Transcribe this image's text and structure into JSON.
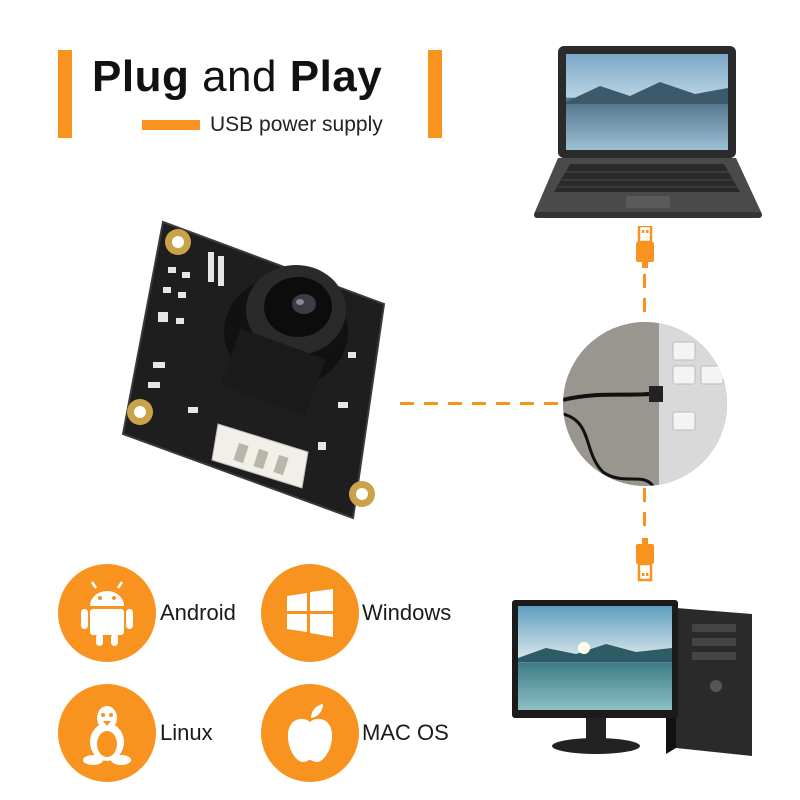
{
  "header": {
    "title_bold_1": "Plug",
    "title_regular": "and",
    "title_bold_2": "Play",
    "subtitle": "USB power supply"
  },
  "os_list": [
    {
      "label": "Android",
      "icon": "android-icon"
    },
    {
      "label": "Windows",
      "icon": "windows-icon"
    },
    {
      "label": "Linux",
      "icon": "linux-tux-icon"
    },
    {
      "label": "MAC OS",
      "icon": "apple-icon"
    }
  ],
  "images": {
    "camera_module": "camera-module-photo",
    "laptop": "laptop-icon",
    "usb_closeup": "usb-cable-closeup-photo",
    "desktop_pc": "desktop-pc-icon"
  },
  "colors": {
    "accent": "#f7931e",
    "text": "#111111"
  }
}
